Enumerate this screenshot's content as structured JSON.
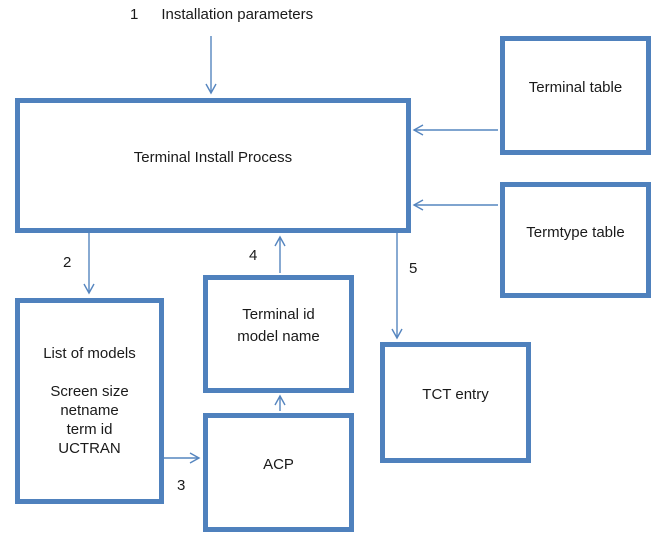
{
  "title": {
    "step": "1",
    "text": "Installation parameters"
  },
  "steps": {
    "s2": "2",
    "s3": "3",
    "s4": "4",
    "s5": "5"
  },
  "boxes": {
    "terminal_install_process": "Terminal Install Process",
    "terminal_table": "Terminal table",
    "termtype_table": "Termtype table",
    "list_of_models": {
      "title": "List of models",
      "lines": [
        "Screen size",
        "netname",
        "term id",
        "UCTRAN"
      ]
    },
    "terminal_id": {
      "line1": "Terminal id",
      "line2": "model name"
    },
    "acp": "ACP",
    "tct_entry": "TCT entry"
  },
  "colors": {
    "box_border": "#4f81bd",
    "arrow": "#5585bf",
    "text": "#1a1a1a",
    "background": "#ffffff"
  }
}
